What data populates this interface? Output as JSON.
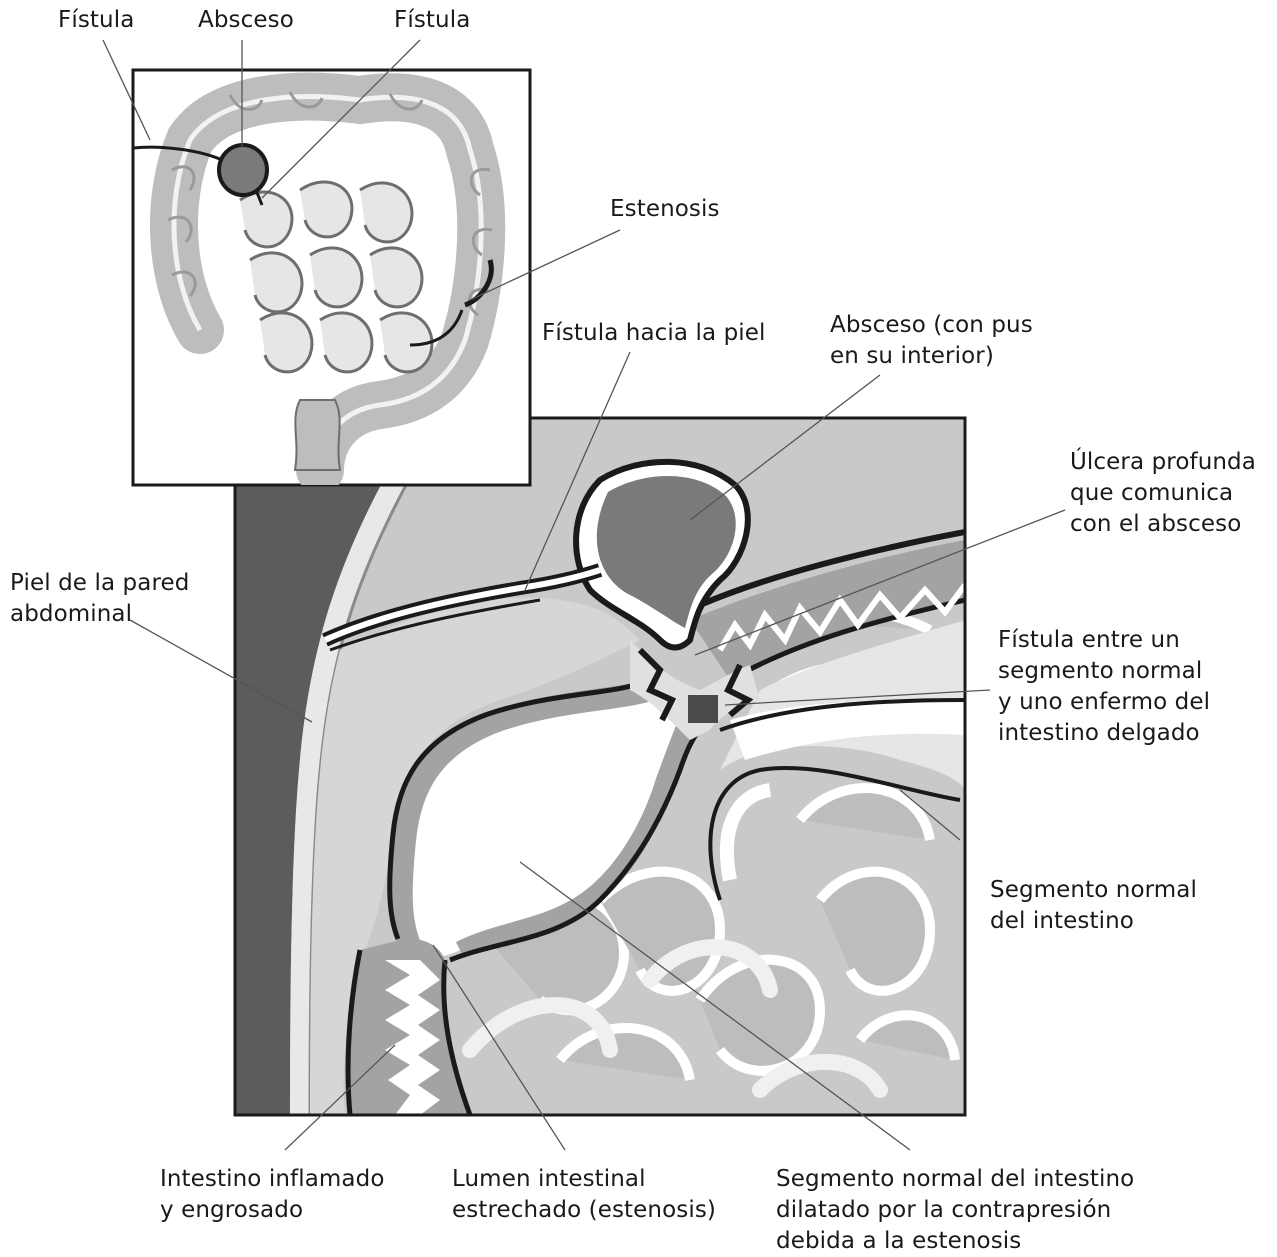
{
  "labels": {
    "fistula_left": "Fístula",
    "absceso_top": "Absceso",
    "fistula_top": "Fístula",
    "estenosis": "Estenosis",
    "fistula_piel": "Fístula hacia la piel",
    "absceso_pus": "Absceso (con pus\nen su interior)",
    "ulcera": "Úlcera profunda\nque comunica\ncon el absceso",
    "piel": "Piel de la pared\nabdominal",
    "fistula_segmentos": "Fístula entre un\nsegmento normal\ny uno enfermo del\nintestino delgado",
    "segmento_normal": "Segmento normal\ndel intestino",
    "intestino_inflamado": "Intestino inflamado\ny engrosado",
    "lumen": "Lumen intestinal\nestrechado (estenosis)",
    "segmento_dilatado": "Segmento normal del intestino\ndilatado por la contrapresión\ndebida a la estenosis"
  },
  "colors": {
    "outline": "#1a1a1a",
    "skin_dark": "#5c5c5c",
    "wall_gray": "#a3a3a3",
    "bowel_light": "#d4d4d4",
    "bowel_mid": "#bdbdbd",
    "abscess": "#7a7a7a",
    "leader": "#555555"
  }
}
